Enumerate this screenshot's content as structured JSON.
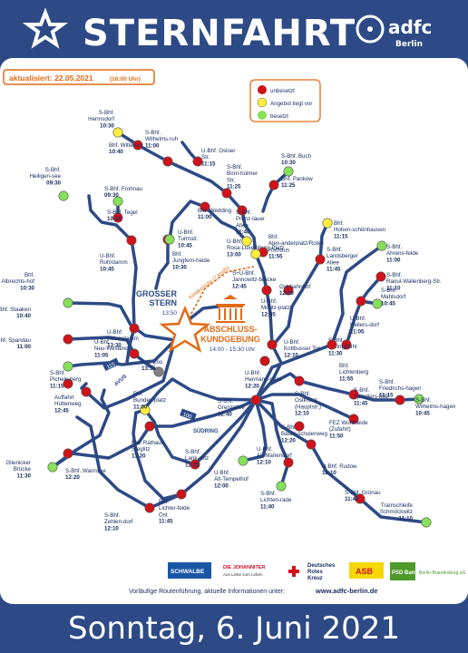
{
  "header": {
    "title": "STERNFAHRT",
    "brand": "adfc",
    "brand_sub": "Berlin"
  },
  "updated": {
    "label": "aktualisiert: 22.05.2021",
    "time": "(16:00 Uhr)"
  },
  "legend": {
    "red": "unbesetzt",
    "yellow": "Angebot liegt vor",
    "green": "besetzt"
  },
  "center": {
    "star": [
      "GROSSER",
      "STERN",
      "13:50"
    ],
    "route": "Kinderroute (7 km/h)",
    "event": [
      "ABSCHLUSS-",
      "KUNDGEBUNG",
      "14:00 - 15:30 Uhr"
    ]
  },
  "roads": {
    "avus": "AVUS",
    "a115": "115",
    "a100": "100",
    "suedring": "SÜDRING"
  },
  "footer": {
    "note": "Vorläufige Routenführung, aktuelle Informationen unter:",
    "url": "www.adfc-berlin.de",
    "date": "Sonntag, 6. Juni 2021"
  },
  "sponsors": {
    "schwalbe": "SCHWALBE",
    "johanniter": "DIE JOHANNITER",
    "johanniter_sub": "Aus Liebe zum Leben",
    "drk1": "Deutsches",
    "drk2": "Rotes",
    "drk3": "Kreuz",
    "asb": "ASB",
    "psd": "PSD Bank",
    "psd_sub": "Berlin-Brandenburg eG"
  },
  "colors": {
    "navy": "#2d4a86",
    "red": "#d0121b",
    "yellow": "#ffef3c",
    "green": "#86e05a",
    "gray": "#808080",
    "orange": "#e36a14"
  },
  "stops": [
    [
      "S-Bhf. Hermsdorf",
      "10:30",
      "yellow"
    ],
    [
      "Bhf. Wittenau",
      "10:40",
      "red"
    ],
    [
      "S-Bhf. Wilhelms-ruh",
      "11:00",
      "red"
    ],
    [
      "U-Bhf. Osloer Str.",
      "11:15",
      "red"
    ],
    [
      "S-Bhf. Born-holmer Str.",
      "11:25",
      "red"
    ],
    [
      "S-Bhf. Buch",
      "10:30",
      "green"
    ],
    [
      "Bhf. Pankow",
      "11:25",
      "red"
    ],
    [
      "S-Bhf. Heiligen-see",
      "09:30",
      "green"
    ],
    [
      "S-Bhf. Frohnau",
      "09:30",
      "green"
    ],
    [
      "S-Bhf. Tegel",
      "10:10",
      "red"
    ],
    [
      "Bhf. Wedding",
      "11:00",
      "red"
    ],
    [
      "S-Bhf. Prenz-lauer Allee",
      "11:40",
      "red"
    ],
    [
      "Bhf. Hohen-schönhausen",
      "11:15",
      "yellow"
    ],
    [
      "U-Bhf. Turmstr.",
      "10:45",
      "red"
    ],
    [
      "Bhf. Jungfern-heide",
      "10:30",
      "green"
    ],
    [
      "U-Bhf. Rosa-Luxemburg-Platz",
      "13:00",
      "yellow"
    ],
    [
      "Bhf. Alex-anderplatz/Rotes Rathaus",
      "11:55",
      "red"
    ],
    [
      "S-Bhf. Landsberger Allee",
      "11:45",
      "red"
    ],
    [
      "S-Bhf. Ahrens-felde",
      "11:00",
      "green"
    ],
    [
      "U-Bhf. Rohrdamm",
      "10:45",
      "red"
    ],
    [
      "Bhf. Albrechts-hof",
      "10:30",
      "green"
    ],
    [
      "S+U-Bhf. Jannowitz-brücke",
      "12:45",
      "yellow"
    ],
    [
      "S-Bhf. Raoul-Wallenberg-Str.",
      "11:10",
      "red"
    ],
    [
      "Ost-bahnhof",
      "12:00",
      "red"
    ],
    [
      "U-Bhf. Moritz-platz",
      "12:05",
      "red"
    ],
    [
      "Bhf. Staaken",
      "10:40",
      "red"
    ],
    [
      "U-Bhf. Kaiserdamm",
      "13:30",
      "red"
    ],
    [
      "U-Bhf. Kottbusser Tor",
      "12:10",
      "red"
    ],
    [
      "S-Bhf. Mahlsdorf",
      "10:45",
      "green"
    ],
    [
      "U-Bhf. Hellers-dorf",
      "11:05",
      "red"
    ],
    [
      "Bhf. Spandau",
      "11:00",
      "green"
    ],
    [
      "U-Bhf. Neu-Westend",
      "11:05",
      "red"
    ],
    [
      "S-Bhf. Springpfuhl",
      "11:30",
      "red"
    ],
    [
      "U-Bhf. Hermann-platz",
      "12:20",
      "red"
    ],
    [
      "Bhf. Zoo",
      "13:35",
      "gray"
    ],
    [
      "S-Bhf. Pichels-berg",
      "11:15",
      "red"
    ],
    [
      "Bhf. Lichtenberg",
      "11:55",
      "red"
    ],
    [
      "Auffahrt Hüttenweg",
      "12:45",
      "red"
    ],
    [
      "S-Bhf. Ostkreuz (Hauptstr.)",
      "12:10",
      "red"
    ],
    [
      "S-Bhf. Spindlers-feld",
      "11:45",
      "red"
    ],
    [
      "S-Bhf. Friedrichs-hagen",
      "11:15",
      "red"
    ],
    [
      "S-Bhf. Wilhelms-hagen",
      "10:45",
      "green"
    ],
    [
      "Bhf. Bundes-platz",
      "11:00",
      "yellow"
    ],
    [
      "S-Bhf. Grenzallee",
      "12:40",
      "red"
    ],
    [
      "FEZ Wuhlheide (Zufahrt)",
      "11:50",
      "red"
    ],
    [
      "S-Bhf. Baum-schulenweg",
      "12:20",
      "red"
    ],
    [
      "Bhf. Rathaus Steglitz",
      "11:20",
      "red"
    ],
    [
      "Glienicker Brücke",
      "11:30",
      "green"
    ],
    [
      "S-Bhf. Wannsee",
      "12:20",
      "red"
    ],
    [
      "S-Bhf. Lank-witz",
      "11:35",
      "red"
    ],
    [
      "U-Bhf. Alt-Mariendorf",
      "12:10",
      "red"
    ],
    [
      "U-Bhf. Alt-Tempelhof",
      "12:00",
      "green"
    ],
    [
      "U-Bhf. Rudow",
      "12:10",
      "red"
    ],
    [
      "S-Bhf. Lichten-rade",
      "11:40",
      "green"
    ],
    [
      "Bhf. Lichter-felde Ost",
      "11:45",
      "red"
    ],
    [
      "S-Bhf. Zehlen-dorf",
      "12:10",
      "red"
    ],
    [
      "S-Bhf. Grünau",
      "11:40",
      "red"
    ],
    [
      "Tramschleife Schmöckwitz",
      "11:10",
      "green"
    ]
  ]
}
